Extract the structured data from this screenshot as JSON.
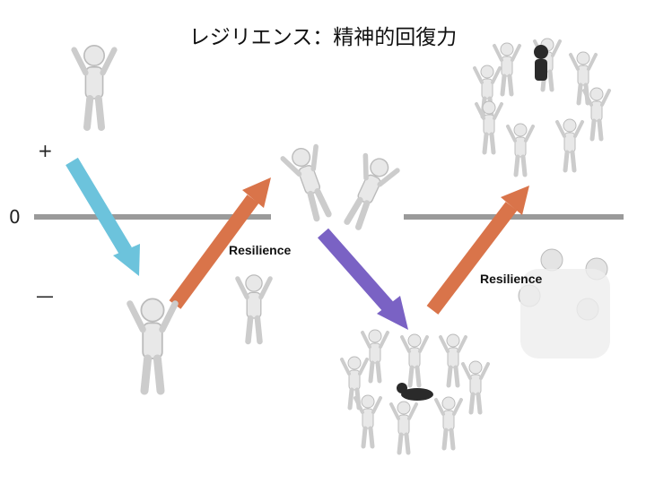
{
  "title": "レジリエンス：精神的回復力",
  "axis": {
    "plus": "+",
    "zero": "0",
    "minus": "—"
  },
  "labels": {
    "resilience_1": "Resilience",
    "resilience_2": "Resilience"
  },
  "colors": {
    "baseline": "#9a9a9a",
    "down_arrow_1": "#6cc3dc",
    "up_arrow": "#d9744a",
    "down_arrow_2": "#7a62c4",
    "figure": "#e6e6e6",
    "figure_dark": "#2a2a2a"
  }
}
